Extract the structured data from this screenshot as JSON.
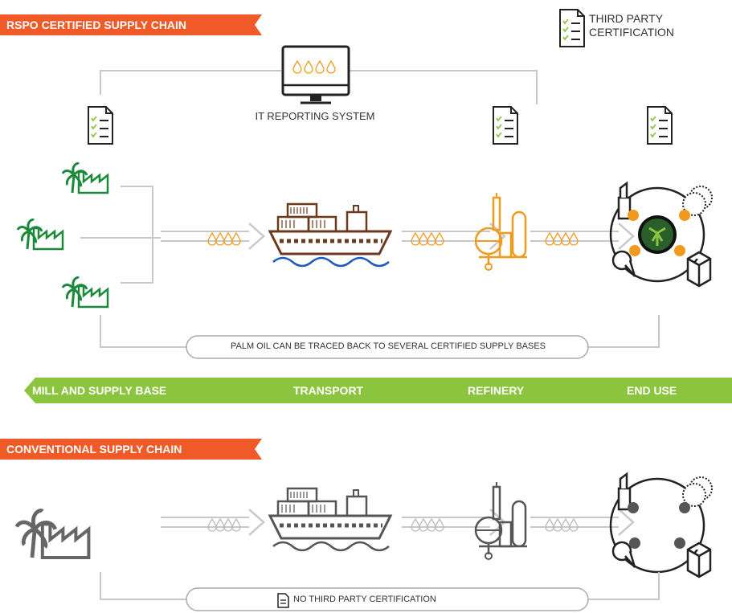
{
  "certified": {
    "title": "RSPO CERTIFIED SUPPLY CHAIN",
    "legend_label": "THIRD PARTY CERTIFICATION",
    "it_label": "IT REPORTING SYSTEM",
    "trace_note": "PALM OIL CAN BE TRACED BACK TO SEVERAL CERTIFIED SUPPLY BASES"
  },
  "stages": [
    "MILL AND SUPPLY BASE",
    "TRANSPORT",
    "REFINERY",
    "END USE"
  ],
  "conventional": {
    "title": "CONVENTIONAL SUPPLY CHAIN",
    "note": "NO THIRD PARTY CERTIFICATION"
  },
  "colors": {
    "banner": "#ef5a28",
    "stage_bar": "#8bc53f",
    "mill_green": "#1a8a3a",
    "ship_brown": "#6b3a1e",
    "refinery_orange": "#f29a1d",
    "drop_orange": "#f29a1d",
    "gray_line": "#c8c8c8",
    "gray_icon": "#666666"
  }
}
